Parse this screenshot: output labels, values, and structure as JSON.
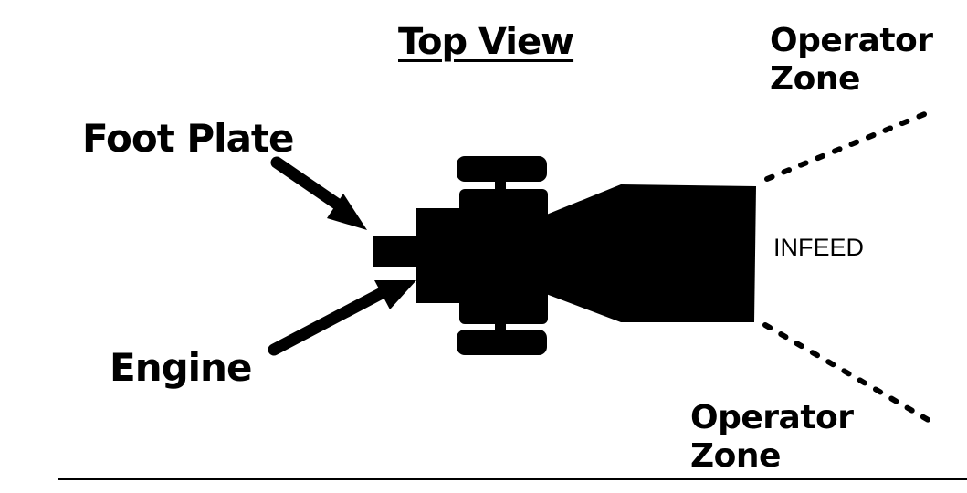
{
  "title": "Top View",
  "labels": {
    "foot_plate": "Foot Plate",
    "engine": "Engine",
    "infeed": "INFEED",
    "operator_zone_top": [
      "Operator",
      "Zone"
    ],
    "operator_zone_bottom": [
      "Operator",
      "Zone"
    ]
  },
  "colors": {
    "ink": "#000000",
    "background": "#ffffff"
  }
}
